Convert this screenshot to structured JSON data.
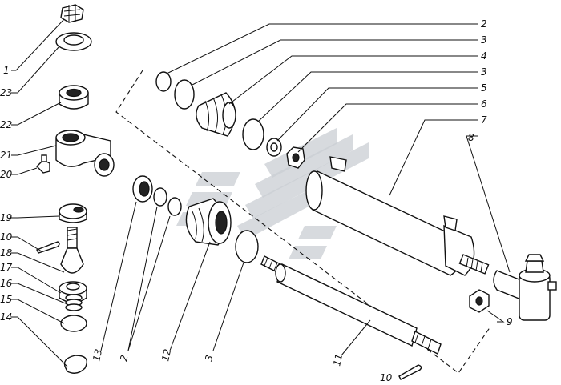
{
  "callouts": [
    {
      "label": "1"
    },
    {
      "label": "23"
    },
    {
      "label": "22"
    },
    {
      "label": "21"
    },
    {
      "label": "20"
    },
    {
      "label": "19"
    },
    {
      "label": "10"
    },
    {
      "label": "18"
    },
    {
      "label": "17"
    },
    {
      "label": "16"
    },
    {
      "label": "15"
    },
    {
      "label": "14"
    },
    {
      "label": "2"
    },
    {
      "label": "3"
    },
    {
      "label": "4"
    },
    {
      "label": "3"
    },
    {
      "label": "5"
    },
    {
      "label": "6"
    },
    {
      "label": "7"
    },
    {
      "label": "8"
    },
    {
      "label": "9"
    },
    {
      "label": "13"
    },
    {
      "label": "2"
    },
    {
      "label": "12"
    },
    {
      "label": "3"
    },
    {
      "label": "11"
    },
    {
      "label": "10"
    }
  ]
}
